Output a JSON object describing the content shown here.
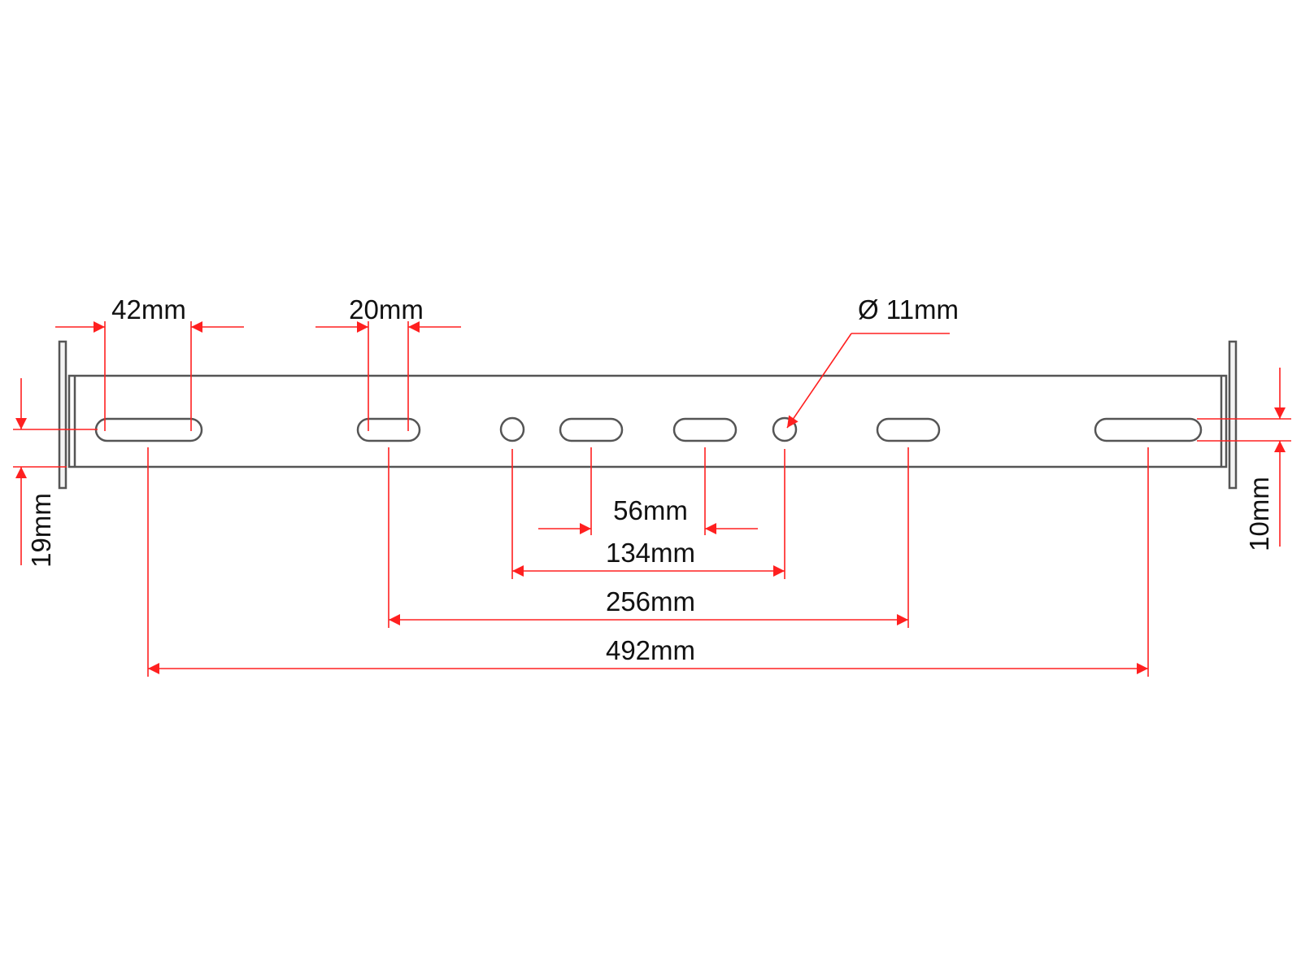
{
  "colors": {
    "outline": "#555555",
    "dimension": "#ff2020",
    "text": "#111111",
    "background": "#ffffff"
  },
  "dimensions": {
    "slot_length_large": "42mm",
    "slot_length_small": "20mm",
    "hole_diameter": "Ø 11mm",
    "slot_spacing_inner": "56mm",
    "hole_spacing": "134mm",
    "slot_spacing_mid": "256mm",
    "slot_spacing_outer": "492mm",
    "bar_height_left": "19mm",
    "slot_height_right": "10mm"
  }
}
